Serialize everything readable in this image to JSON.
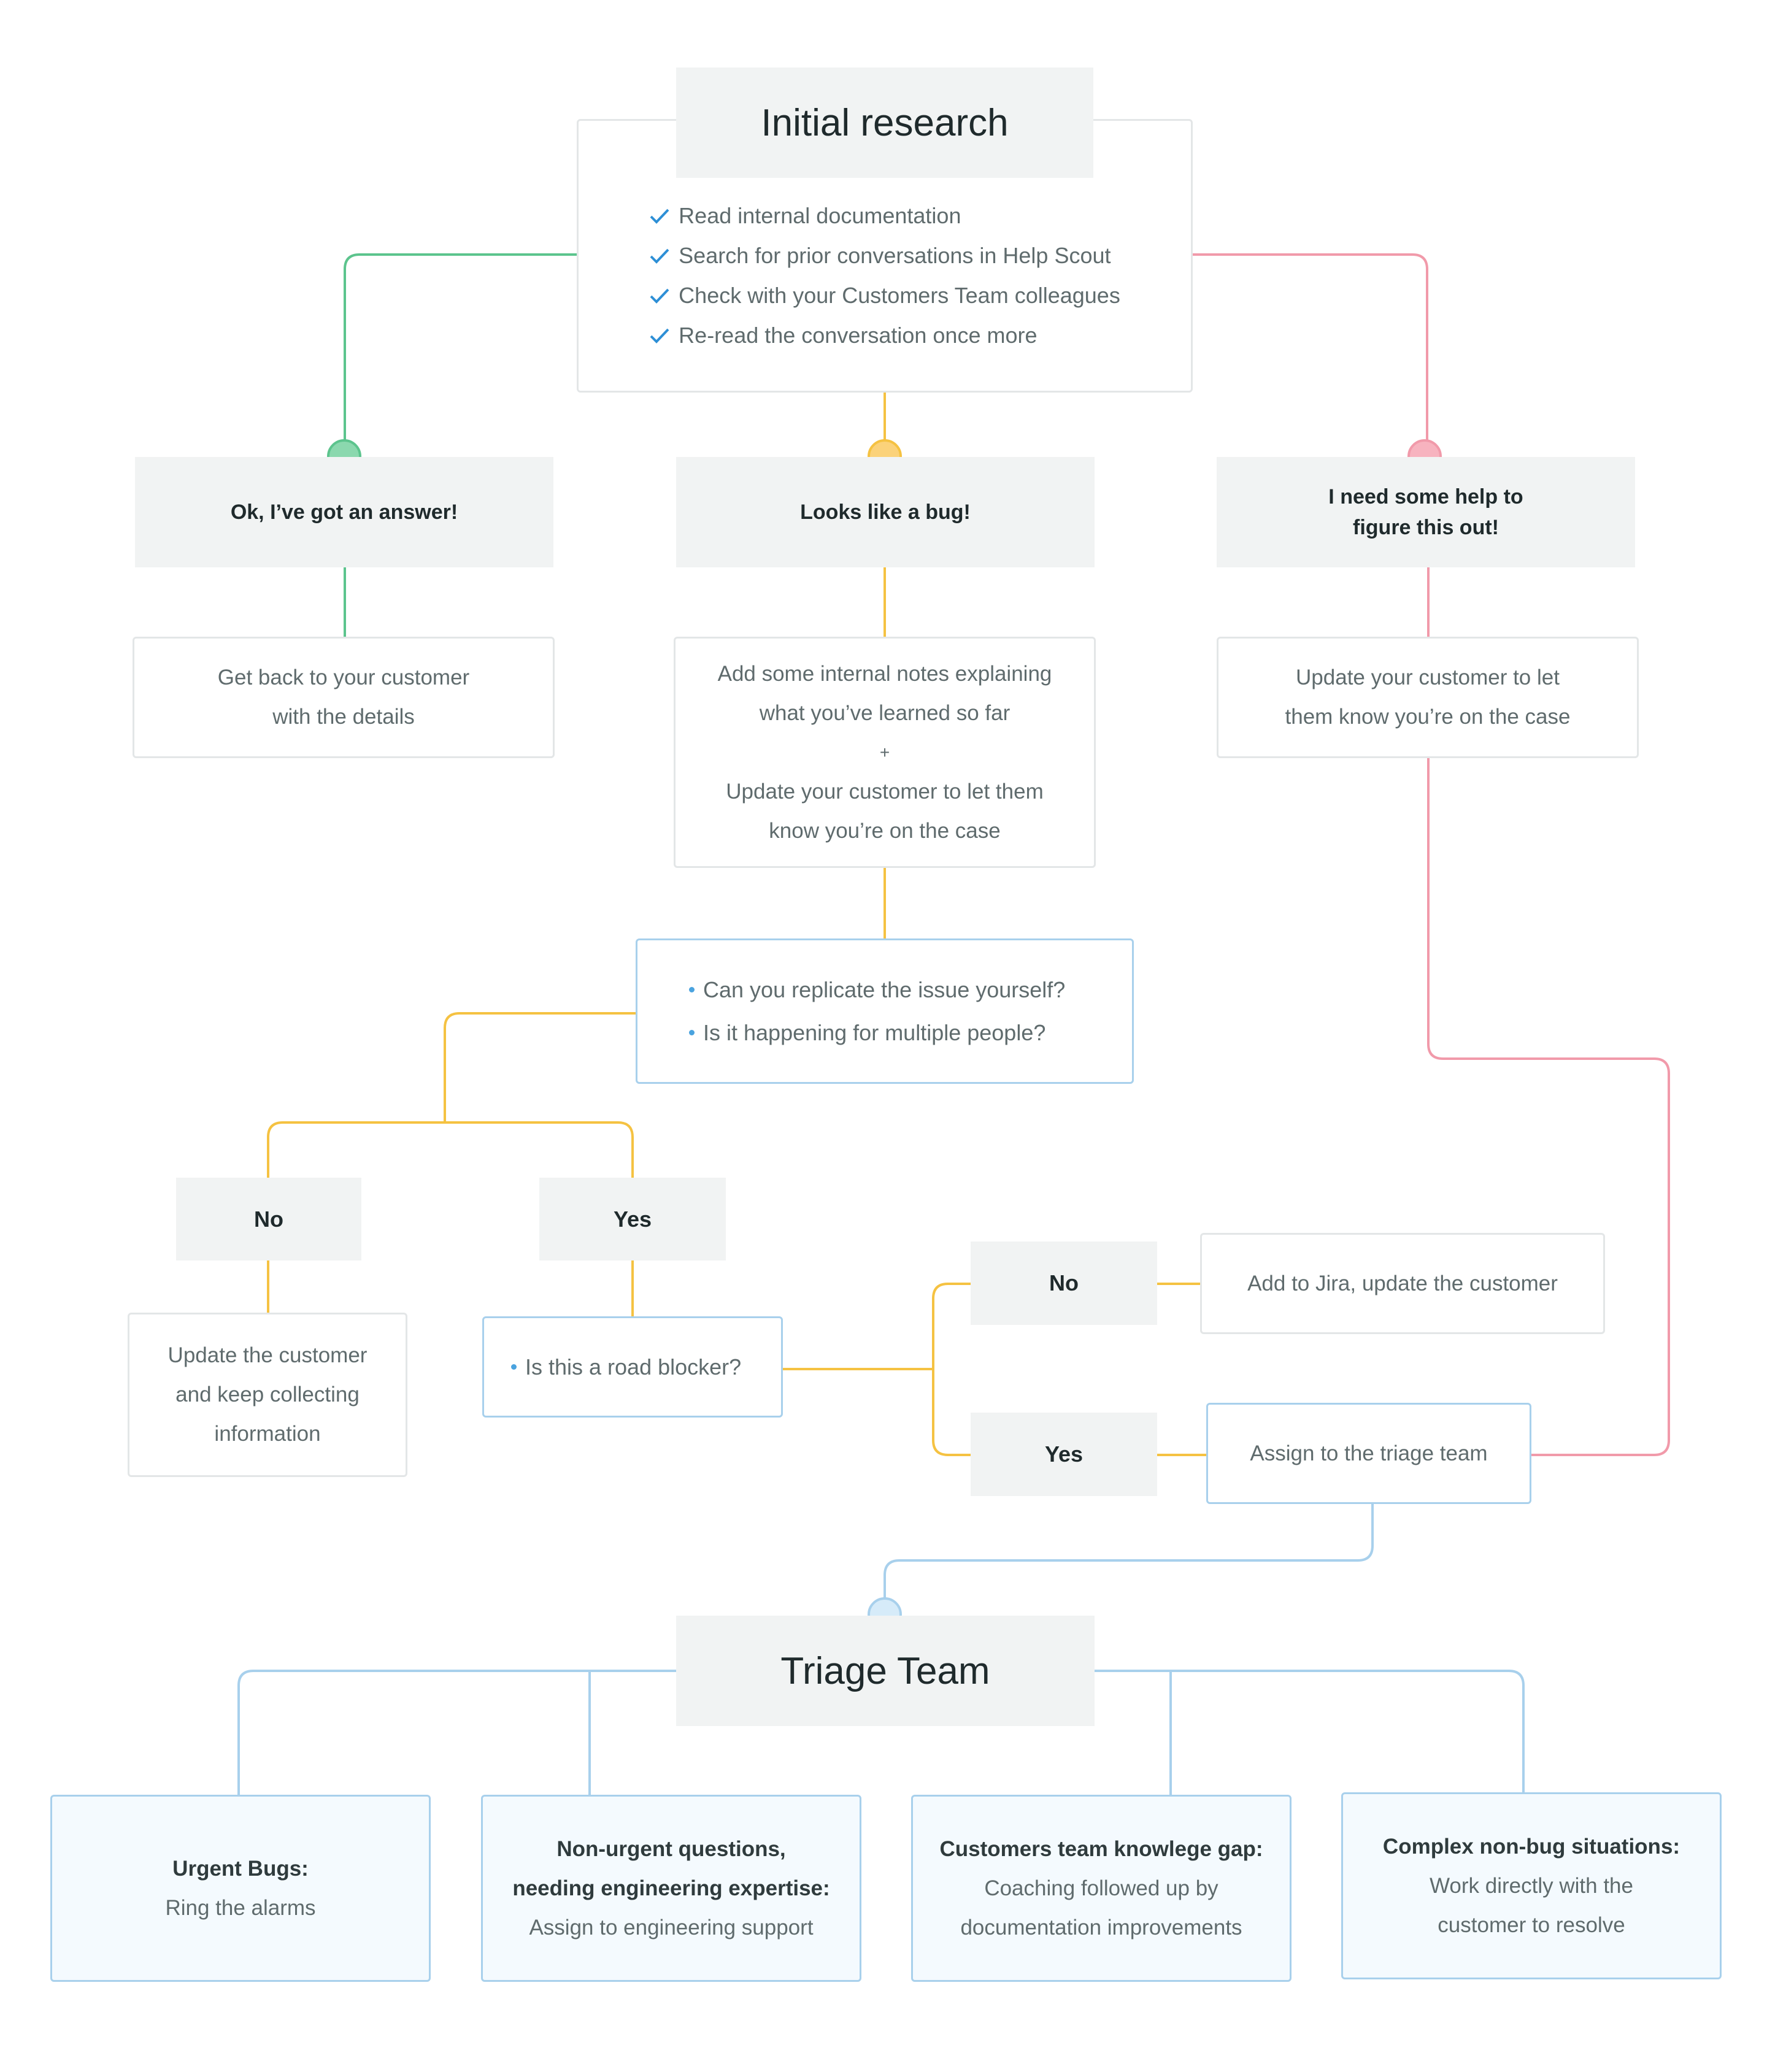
{
  "initial_research": {
    "title": "Initial research",
    "checklist": [
      "Read internal documentation",
      "Search for prior conversations in Help Scout",
      "Check with your Customers Team colleagues",
      "Re-read the conversation once more"
    ]
  },
  "branches": {
    "answer": {
      "title": "Ok, I’ve got an answer!",
      "action": [
        "Get back to your customer",
        "with the details"
      ]
    },
    "bug": {
      "title": "Looks like a bug!",
      "action": [
        "Add some internal notes explaining",
        "what you’ve learned so far",
        "+",
        "Update your customer to let them",
        "know you’re on the case"
      ],
      "questions": [
        "Can you replicate the issue yourself?",
        "Is it happening for multiple people?"
      ],
      "no_label": "No",
      "no_action": [
        "Update the customer",
        "and keep collecting",
        "information"
      ],
      "yes_label": "Yes",
      "yes_question": "Is this a road blocker?",
      "blocker_no_label": "No",
      "blocker_no_action": "Add to Jira, update the customer",
      "blocker_yes_label": "Yes",
      "blocker_yes_action": "Assign to the triage team"
    },
    "help": {
      "title": [
        "I need some help to",
        "figure this out!"
      ],
      "action": [
        "Update your customer to let",
        "them know you’re on the case"
      ]
    }
  },
  "triage_team": {
    "title": "Triage Team",
    "cards": [
      {
        "title": "Urgent Bugs:",
        "lines": [
          "Ring the alarms"
        ]
      },
      {
        "title": "Non-urgent questions,",
        "title2": "needing engineering expertise:",
        "lines": [
          "Assign to engineering support"
        ]
      },
      {
        "title": "Customers team knowlege gap:",
        "lines": [
          "Coaching followed up by",
          "documentation improvements"
        ]
      },
      {
        "title": "Complex non-bug situations:",
        "lines": [
          "Work directly with the",
          "customer to resolve"
        ]
      }
    ]
  },
  "colors": {
    "green": "#5cc48d",
    "yellow": "#f5c242",
    "pink": "#f19aaa",
    "blue": "#a8d0ec",
    "check": "#2d8fd6",
    "header_bg": "#f1f3f3"
  }
}
